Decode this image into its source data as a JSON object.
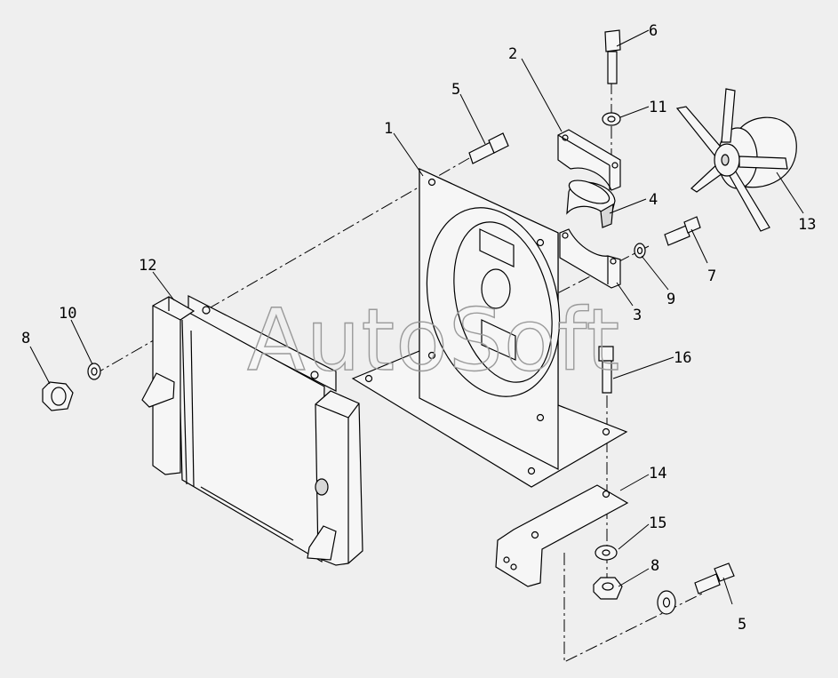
{
  "watermark": "AutoSoft",
  "callouts": [
    {
      "id": "c1",
      "label": "1"
    },
    {
      "id": "c2",
      "label": "2"
    },
    {
      "id": "c3",
      "label": "3"
    },
    {
      "id": "c4",
      "label": "4"
    },
    {
      "id": "c5a",
      "label": "5"
    },
    {
      "id": "c5b",
      "label": "5"
    },
    {
      "id": "c6",
      "label": "6"
    },
    {
      "id": "c7",
      "label": "7"
    },
    {
      "id": "c8a",
      "label": "8"
    },
    {
      "id": "c8b",
      "label": "8"
    },
    {
      "id": "c9",
      "label": "9"
    },
    {
      "id": "c10",
      "label": "10"
    },
    {
      "id": "c11",
      "label": "11"
    },
    {
      "id": "c12",
      "label": "12"
    },
    {
      "id": "c13",
      "label": "13"
    },
    {
      "id": "c14",
      "label": "14"
    },
    {
      "id": "c15",
      "label": "15"
    },
    {
      "id": "c16",
      "label": "16"
    }
  ]
}
